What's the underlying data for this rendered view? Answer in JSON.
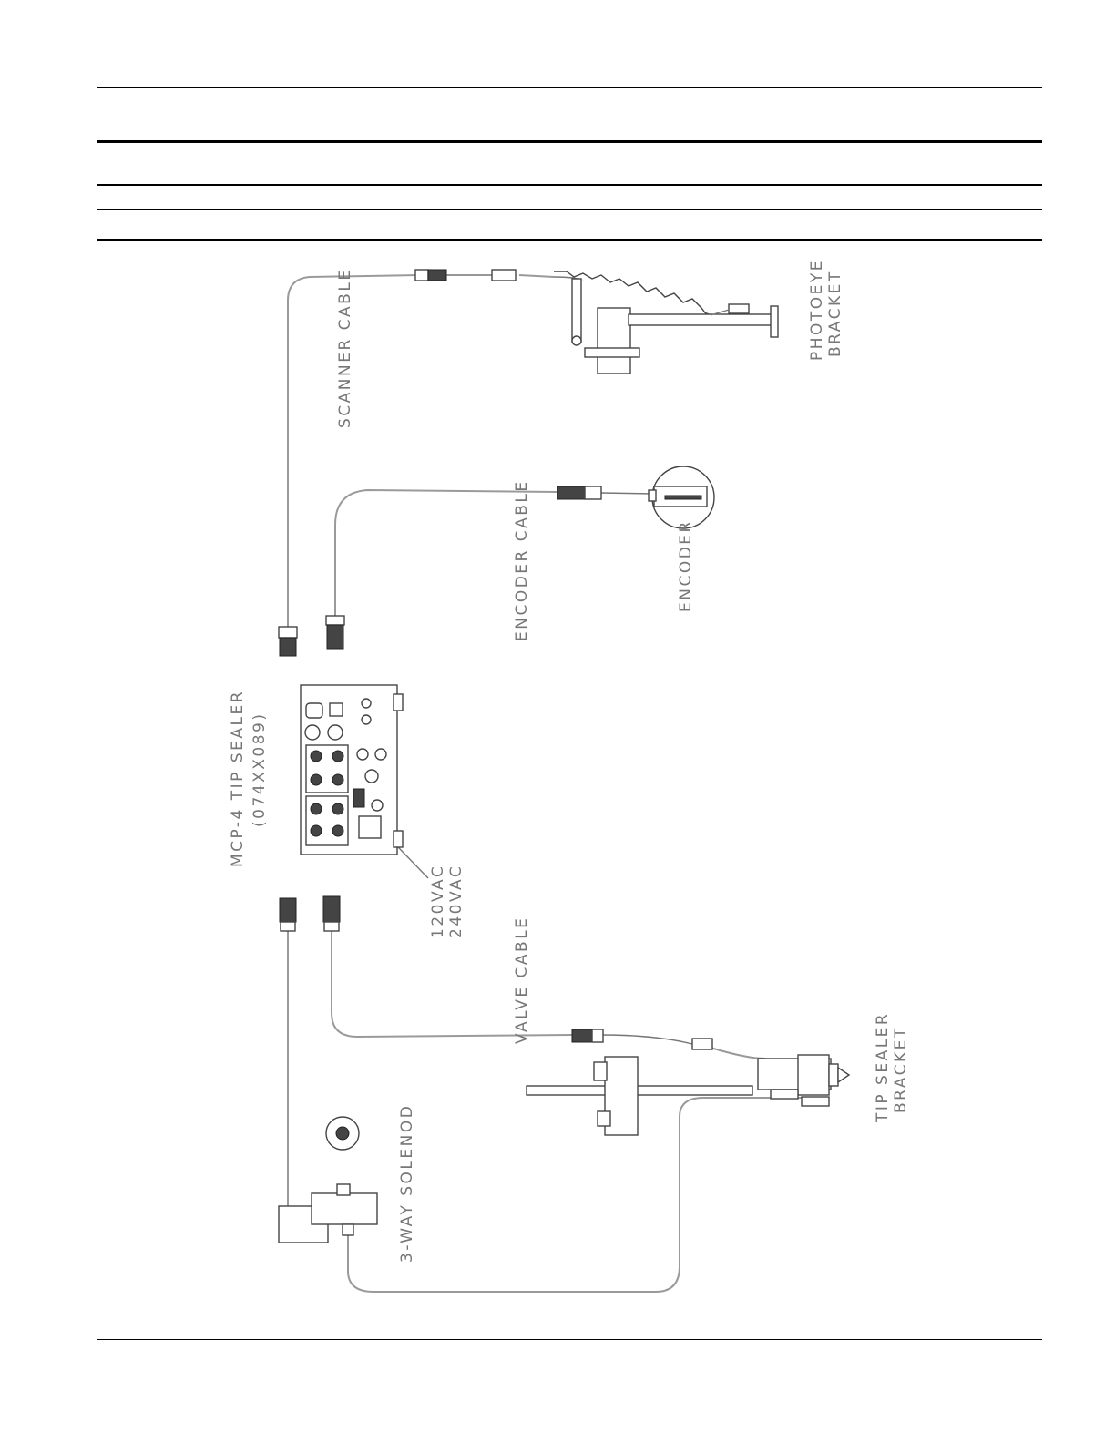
{
  "labels": {
    "scanner_cable": "SCANNER CABLE",
    "photoeye_bracket_1": "PHOTOEYE",
    "photoeye_bracket_2": "BRACKET",
    "encoder_cable": "ENCODER CABLE",
    "encoder": "ENCODER",
    "controller_1": "MCP-4 TIP SEALER",
    "controller_2": "(074XX089)",
    "power_1": "120VAC",
    "power_2": "240VAC",
    "valve_cable": "VALVE CABLE",
    "tip_sealer_bracket_1": "TIP SEALER",
    "tip_sealer_bracket_2": "BRACKET",
    "solenoid": "3-WAY SOLENOD"
  }
}
